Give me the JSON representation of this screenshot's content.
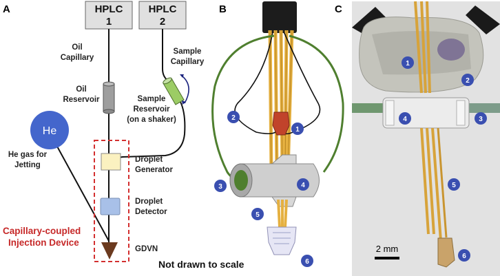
{
  "panels": {
    "a": "A",
    "b": "B",
    "c": "C"
  },
  "panel_a": {
    "hplc1_line1": "HPLC",
    "hplc1_line2": "1",
    "hplc2_line1": "HPLC",
    "hplc2_line2": "2",
    "oil_capillary_l1": "Oil",
    "oil_capillary_l2": "Capillary",
    "sample_capillary_l1": "Sample",
    "sample_capillary_l2": "Capillary",
    "oil_reservoir_l1": "Oil",
    "oil_reservoir_l2": "Reservoir",
    "sample_reservoir_l1": "Sample",
    "sample_reservoir_l2": "Reservoir",
    "sample_reservoir_l3": "(on a shaker)",
    "he": "He",
    "he_gas_l1": "He gas for",
    "he_gas_l2": "Jetting",
    "droplet_generator_l1": "Droplet",
    "droplet_generator_l2": "Generator",
    "droplet_detector_l1": "Droplet",
    "droplet_detector_l2": "Detector",
    "device_l1": "Capillary-coupled",
    "device_l2": "Injection Device",
    "gdvn": "GDVN",
    "not_to_scale": "Not drawn to scale"
  },
  "panel_b": {
    "markers": [
      "1",
      "2",
      "3",
      "4",
      "5",
      "6"
    ]
  },
  "panel_c": {
    "markers": [
      "1",
      "2",
      "3",
      "4",
      "5",
      "6"
    ],
    "scale_bar": "2 mm"
  },
  "colors": {
    "he_circle": "#4466cc",
    "marker": "#3a4fb0",
    "dashed_box": "#d32f2f",
    "capillary_yellow": "#e5b040",
    "green_capillary": "#4f7f2f",
    "gdvn": "#6b3a1f"
  }
}
